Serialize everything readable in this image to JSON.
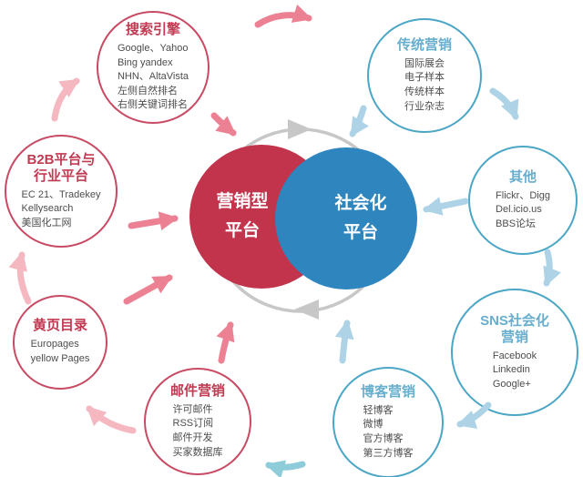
{
  "diagram": {
    "center": {
      "marketing_platform": {
        "lines": [
          "营销型",
          "平台"
        ]
      },
      "social_platform": {
        "lines": [
          "社会化",
          "平台"
        ]
      }
    },
    "nodes": [
      {
        "title": [
          "搜索引擎"
        ],
        "items": [
          "Google、Yahoo",
          "Bing yandex",
          "NHN、AltaVista",
          "左侧自然排名",
          "右侧关键词排名"
        ]
      },
      {
        "title": [
          "B2B平台与",
          "行业平台"
        ],
        "items": [
          "EC 21、Tradekey",
          "Kellysearch",
          "美国化工网"
        ]
      },
      {
        "title": [
          "黄页目录"
        ],
        "items": [
          "Europages",
          "yellow Pages"
        ]
      },
      {
        "title": [
          "邮件营销"
        ],
        "items": [
          "许可邮件",
          "RSS订阅",
          "邮件开发",
          "买家数据库"
        ]
      },
      {
        "title": [
          "传统营销"
        ],
        "items": [
          "国际展会",
          "电子样本",
          "传统样本",
          "行业杂志"
        ]
      },
      {
        "title": [
          "其他"
        ],
        "items": [
          "Flickr、Digg",
          "Del.icio.us",
          "BBS论坛"
        ]
      },
      {
        "title": [
          "SNS社会化",
          "营销"
        ],
        "items": [
          "Facebook",
          "Linkedin",
          "Google+"
        ]
      },
      {
        "title": [
          "博客营销"
        ],
        "items": [
          "轻博客",
          "微博",
          "官方博客",
          "第三方博客"
        ]
      }
    ],
    "colors": {
      "red_fill": "#c2334c",
      "blue_fill": "#2f86bf",
      "red_border": "#c84a63",
      "blue_border": "#4ba6c6",
      "red_title": "#c13a52",
      "blue_title": "#68aecd",
      "body_text": "#4d4d4d",
      "ring": "#c7c7c7",
      "arrow_red": "#ec8193",
      "arrow_red_light": "#f5b8c1",
      "arrow_blue": "#aed3e6",
      "arrow_cyan": "#8fccd9"
    }
  }
}
